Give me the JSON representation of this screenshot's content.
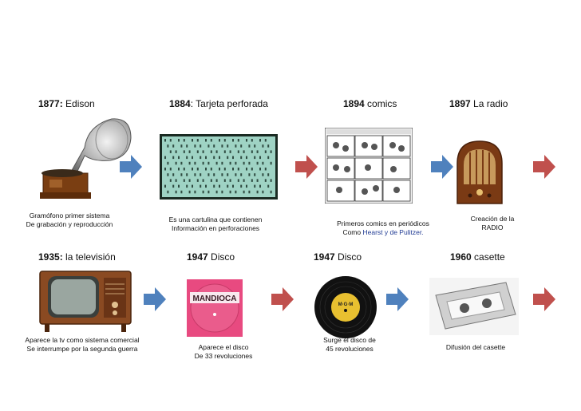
{
  "rows": [
    {
      "events": [
        {
          "year": "1877:",
          "name": " Edison",
          "caption": [
            "Gramófono primer sistema",
            "De grabación y reproducción"
          ],
          "icon": "gramophone-icon"
        },
        {
          "year": "1884",
          "name": ": Tarjeta perforada",
          "caption": [
            "Es una cartulina que contienen",
            "Información en perforaciones"
          ],
          "icon": "punched-card-icon"
        },
        {
          "year": "1894",
          "name": " comics",
          "caption": [
            "Primeros comics en periódicos"
          ],
          "caption_prefix": "Como ",
          "caption_highlight": "Hearst y de Pulitzer.",
          "icon": "comic-strip-icon"
        },
        {
          "year": "1897",
          "name": " La radio",
          "caption": [
            "Creación de la",
            "RADIO"
          ],
          "icon": "radio-icon"
        }
      ]
    },
    {
      "events": [
        {
          "year": "1935:",
          "name": " la televisión",
          "caption": [
            "Aparece la tv como sistema comercial",
            "Se interrumpe  por  la segunda guerra"
          ],
          "icon": "television-icon"
        },
        {
          "year": "1947",
          "name": " Disco",
          "caption": [
            "Aparece el disco",
            "De 33 revoluciones"
          ],
          "icon": "vinyl-record-icon",
          "label": "MANDIOCA"
        },
        {
          "year": "1947",
          "name": " Disco",
          "caption": [
            "Surge el disco de",
            "45 revoluciones"
          ],
          "icon": "vinyl-record-icon",
          "label": "M·G·M"
        },
        {
          "year": "1960",
          "name": "  casette",
          "caption": [
            "Difusión del casette"
          ],
          "icon": "cassette-icon"
        }
      ]
    }
  ],
  "colors": {
    "blue_arrow": "#4f81bd",
    "red_arrow": "#c0504d"
  }
}
